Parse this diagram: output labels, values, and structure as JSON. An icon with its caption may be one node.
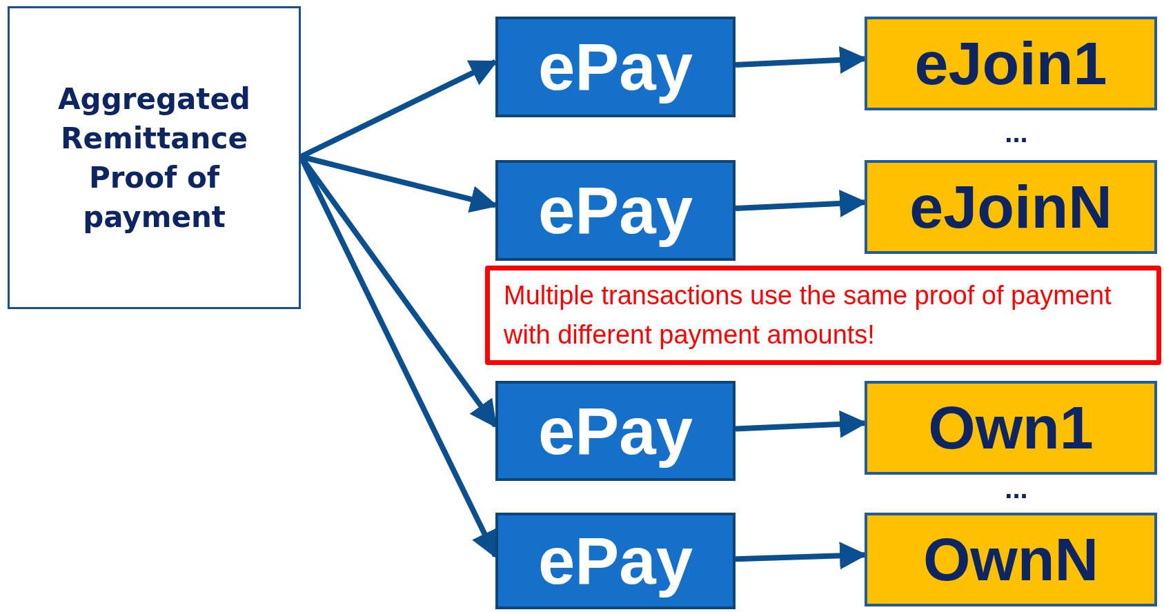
{
  "diagram": {
    "nodes": [
      {
        "text": [
          "Aggregated Remittance Proof of payment"
        ]
      },
      {
        "text": [
          "ePay"
        ]
      },
      {
        "text": [
          "eJoin1"
        ]
      },
      {
        "text": [
          "ePay"
        ]
      },
      {
        "text": [
          "eJoinN"
        ]
      },
      {
        "text": [
          "Multiple transactions use the same proof of payment with different payment amounts!"
        ]
      },
      {
        "text": [
          "ePay"
        ]
      },
      {
        "text": [
          "Own1"
        ]
      },
      {
        "text": [
          "ePay"
        ]
      },
      {
        "text": [
          "OwnN"
        ]
      }
    ],
    "edges": [
      {
        "from": 0,
        "to": 1,
        "arrow": "to"
      },
      {
        "from": 0,
        "to": 3,
        "arrow": "to"
      },
      {
        "from": 0,
        "to": 6,
        "arrow": "to"
      },
      {
        "from": 0,
        "to": 8,
        "arrow": "to"
      },
      {
        "from": 1,
        "to": 2,
        "arrow": "to"
      },
      {
        "from": 3,
        "to": 4,
        "arrow": "to"
      },
      {
        "from": 6,
        "to": 7,
        "arrow": "to"
      },
      {
        "from": 8,
        "to": 9,
        "arrow": "to"
      }
    ],
    "labels": [
      "...",
      "..."
    ]
  }
}
